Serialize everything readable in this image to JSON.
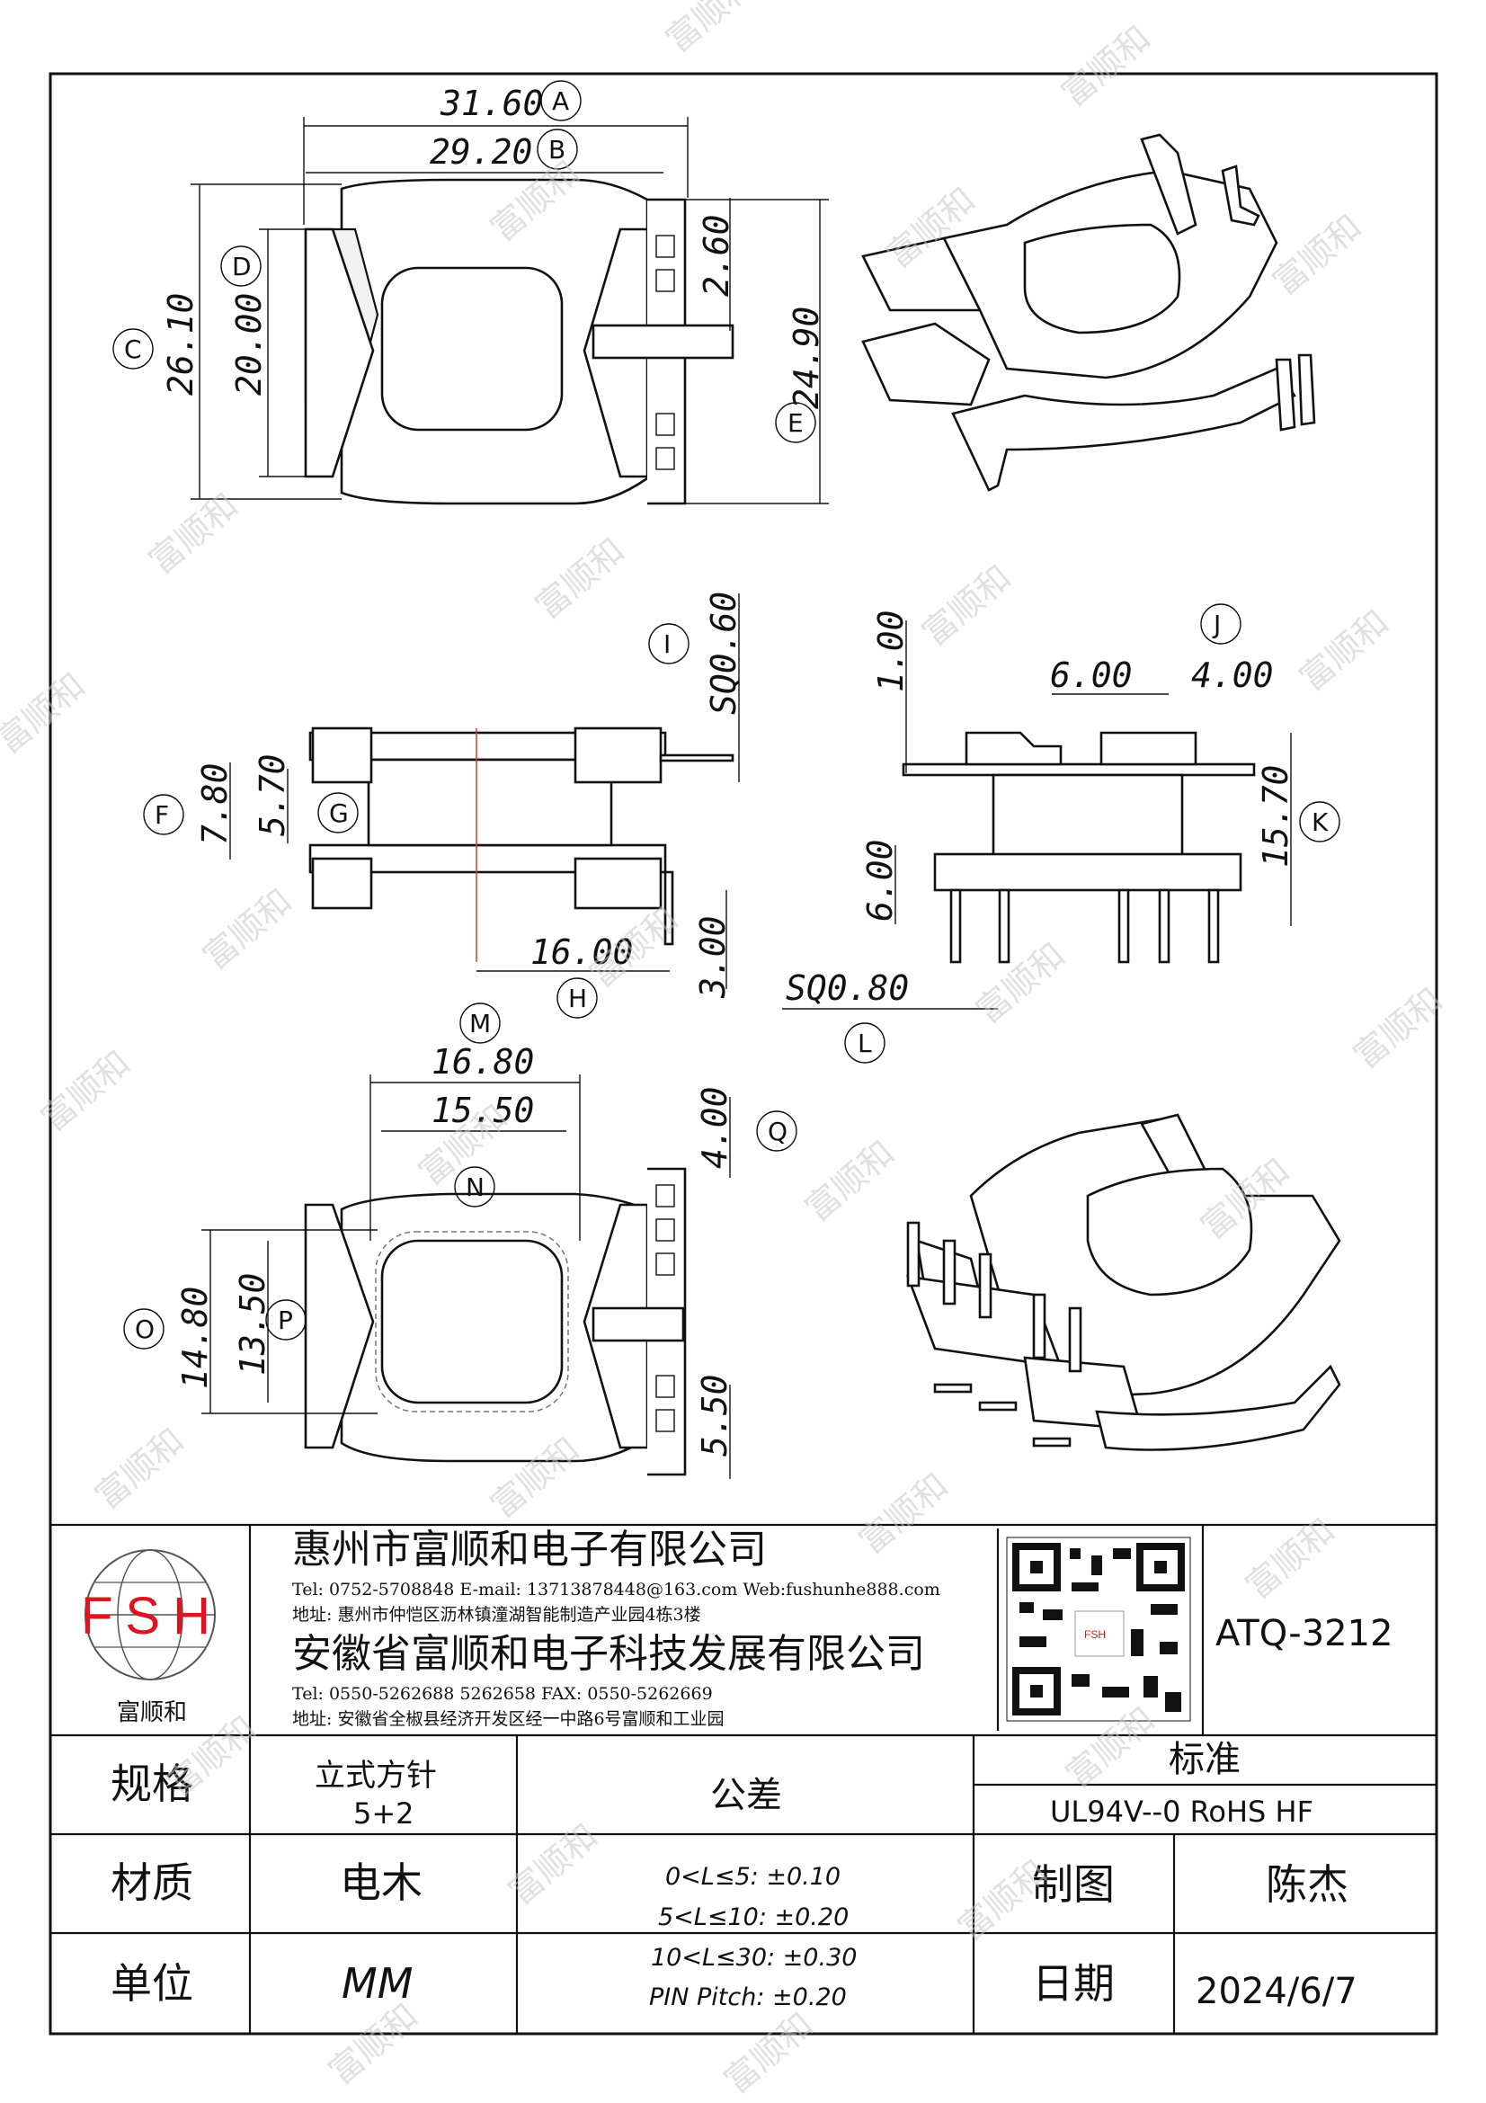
{
  "drawing": {
    "top_view": {
      "dims": [
        {
          "id": "A",
          "value": "31.60"
        },
        {
          "id": "B",
          "value": "29.20"
        },
        {
          "id": "C",
          "value": "26.10"
        },
        {
          "id": "D",
          "value": "20.00"
        },
        {
          "id": "E",
          "value": "24.90"
        },
        {
          "id": "gap",
          "value": "2.60"
        }
      ]
    },
    "side_view": {
      "dims": [
        {
          "id": "F",
          "value": "7.80"
        },
        {
          "id": "G",
          "value": "5.70"
        },
        {
          "id": "H",
          "value": "16.00"
        },
        {
          "id": "I",
          "value": "SQ0.60"
        },
        {
          "id": "pin",
          "value": "3.00"
        }
      ]
    },
    "front_view": {
      "dims": [
        {
          "id": "J",
          "value": "4.00"
        },
        {
          "id": "pitch",
          "value": "6.00"
        },
        {
          "id": "K",
          "value": "15.70"
        },
        {
          "id": "base",
          "value": "6.00"
        },
        {
          "id": "top",
          "value": "1.00"
        },
        {
          "id": "L",
          "value": "SQ0.80"
        }
      ]
    },
    "bottom_view": {
      "dims": [
        {
          "id": "M",
          "value": "16.80"
        },
        {
          "id": "N",
          "value": "15.50"
        },
        {
          "id": "O",
          "value": "14.80"
        },
        {
          "id": "P",
          "value": "13.50"
        },
        {
          "id": "Q",
          "value": "4.00"
        },
        {
          "id": "pin2",
          "value": "5.50"
        }
      ]
    },
    "watermark": "富顺和"
  },
  "title_block": {
    "logo_text": "FSH",
    "logo_caption": "富顺和",
    "company1": "惠州市富顺和电子有限公司",
    "company1_contact": "Tel: 0752-5708848  E-mail: 13713878448@163.com  Web:fushunhe888.com",
    "company1_address": "地址: 惠州市仲恺区沥林镇潼湖智能制造产业园4栋3楼",
    "company2": "安徽省富顺和电子科技发展有限公司",
    "company2_contact": "Tel: 0550-5262688  5262658      FAX: 0550-5262669",
    "company2_address": "地址: 安徽省全椒县经济开发区经一中路6号富顺和工业园",
    "qr_label": "FSH",
    "part_number": "ATQ-3212",
    "spec_label": "规格",
    "spec_value_1": "立式方针",
    "spec_value_2": "5+2",
    "material_label": "材质",
    "material_value": "电木",
    "unit_label": "单位",
    "unit_value": "MM",
    "tolerance_label": "公差",
    "tolerances": [
      "0<L≤5: ±0.10",
      "5<L≤10: ±0.20",
      "10<L≤30: ±0.30",
      "PIN Pitch: ±0.20"
    ],
    "standard_label": "标准",
    "standard_value": "UL94V--0  RoHS HF",
    "drawn_label": "制图",
    "drawn_value": "陈杰",
    "date_label": "日期",
    "date_value": "2024/6/7"
  }
}
